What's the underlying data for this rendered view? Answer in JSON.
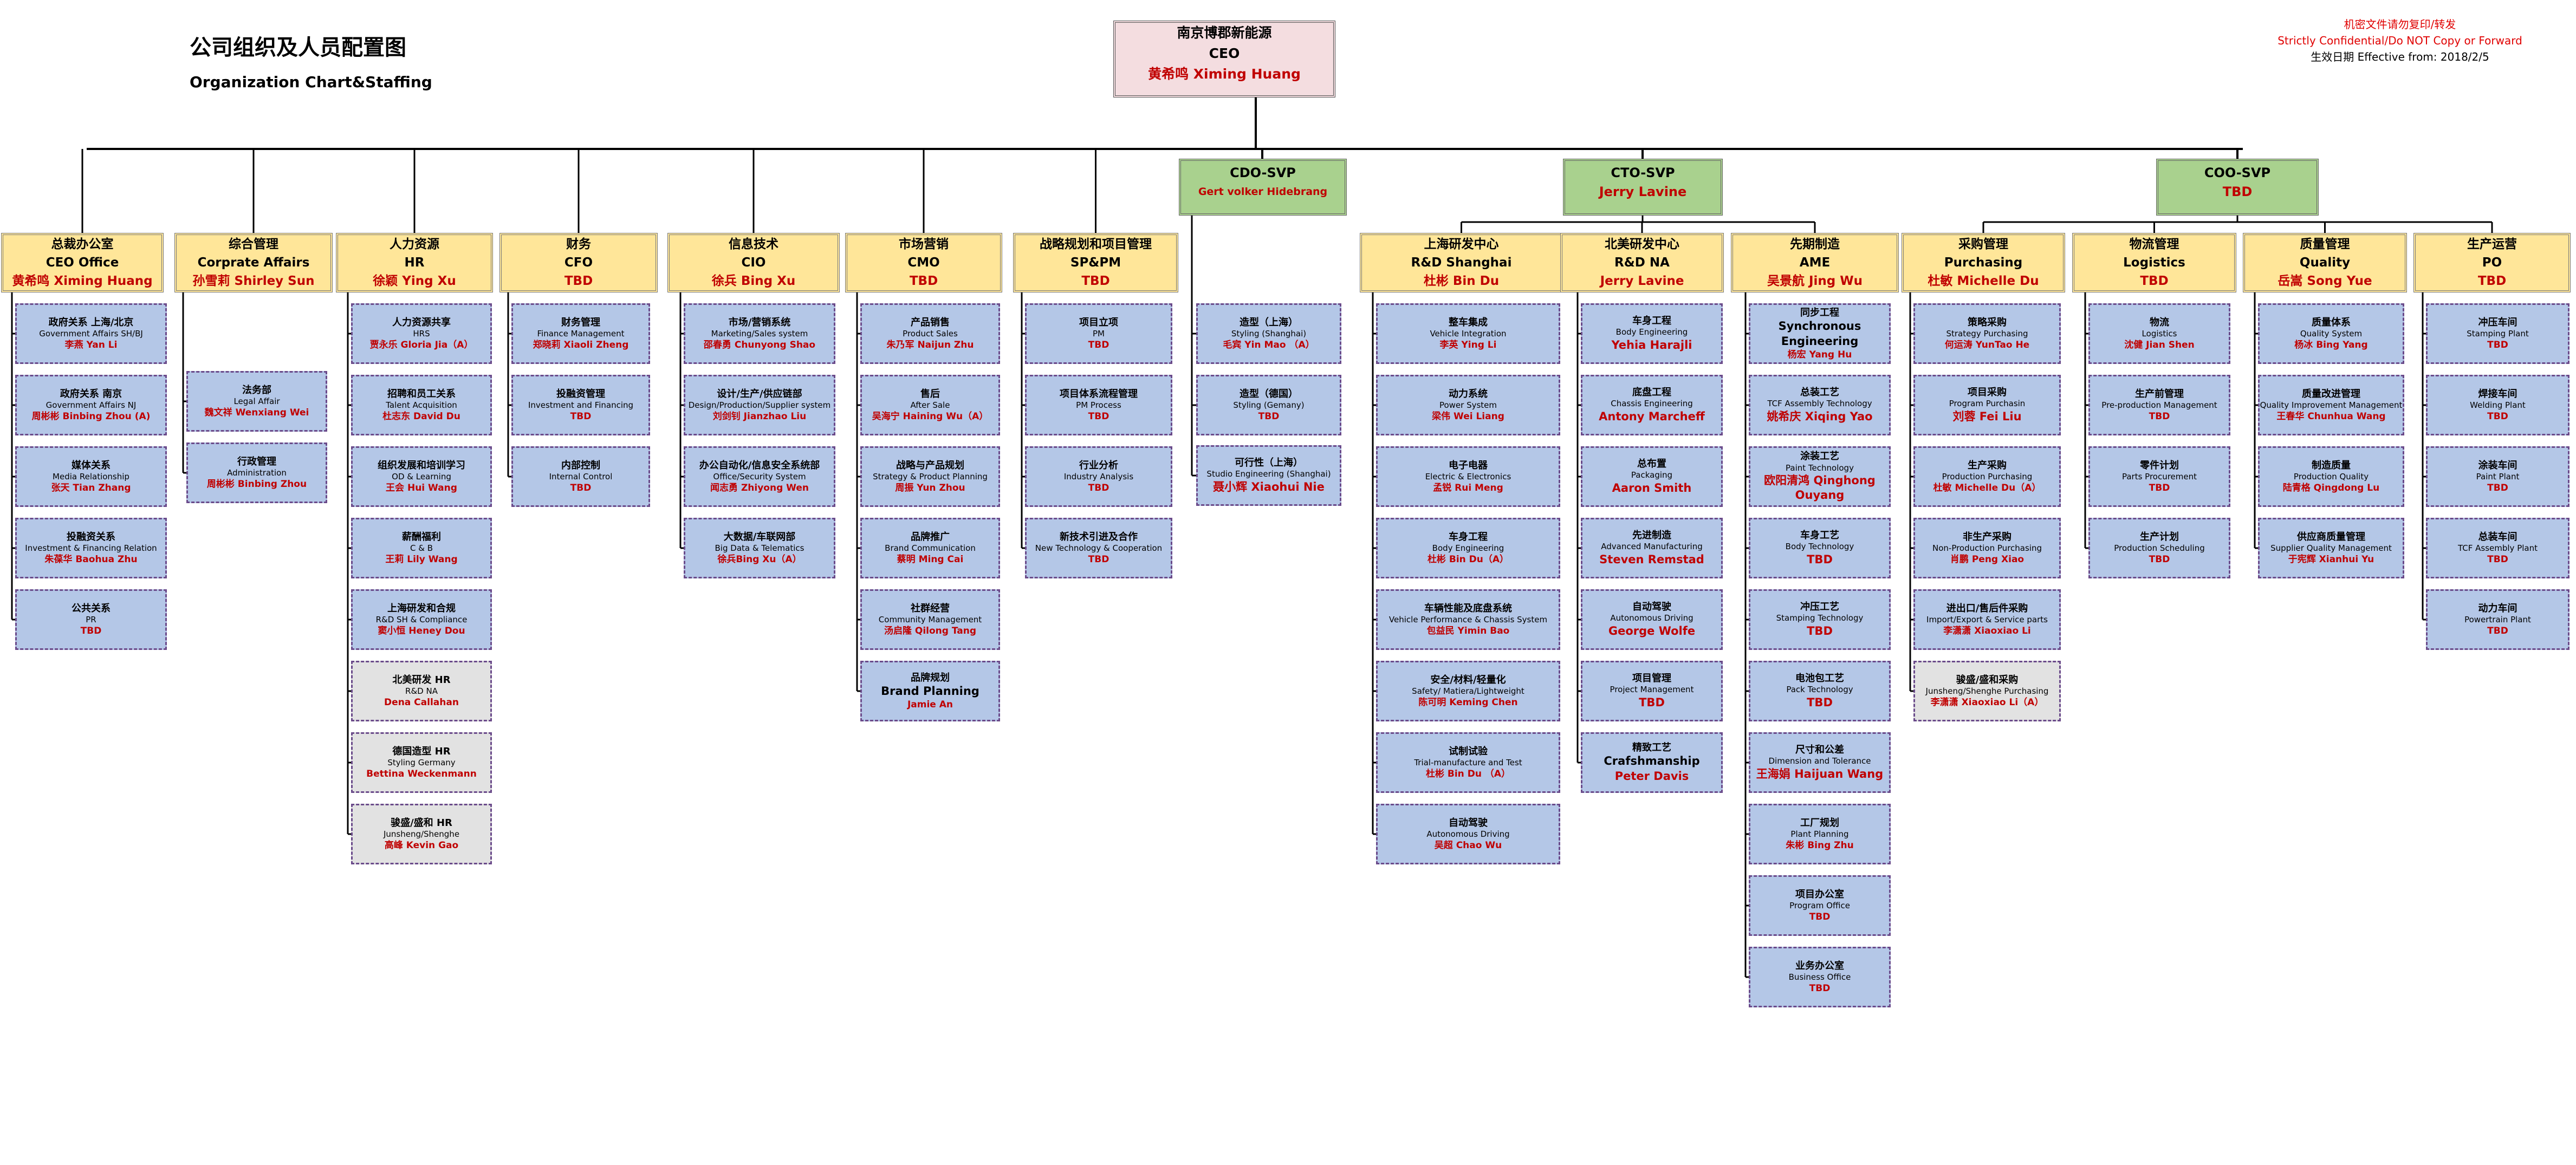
{
  "title": {
    "cn": "公司组织及人员配置图",
    "en": "Organization Chart&Staffing"
  },
  "confidential": {
    "line1": "机密文件请勿复印/转发",
    "line2": "Strictly Confidential/Do NOT Copy or Forward",
    "line3": "生效日期 Effective from: 2018/2/5"
  },
  "ceo": {
    "company": "南京博郡新能源",
    "title": "CEO",
    "name": "黄希鸣 Ximing Huang"
  },
  "departments": [
    {
      "cn": "总裁办公室",
      "en": "CEO Office",
      "name": "黄希鸣 Ximing Huang",
      "children": [
        {
          "cn": "政府关系 上海/北京",
          "en": "Government Affairs SH/BJ",
          "name": "李燕 Yan Li"
        },
        {
          "cn": "政府关系 南京",
          "en": "Government Affairs NJ",
          "name": "周彬彬 Binbing Zhou (A)"
        },
        {
          "cn": "媒体关系",
          "en": "Media Relationship",
          "name": "张天 Tian Zhang"
        },
        {
          "cn": "投融资关系",
          "en": "Investment & Financing Relation",
          "name": "朱葆华 Baohua Zhu"
        },
        {
          "cn": "公共关系",
          "en": "PR",
          "name": "TBD"
        }
      ]
    },
    {
      "cn": "综合管理",
      "en": "Corprate Affairs",
      "name": "孙雪莉 Shirley Sun",
      "children": [
        {
          "cn": "法务部",
          "en": "Legal Affair",
          "name": "魏文祥 Wenxiang Wei"
        },
        {
          "cn": "行政管理",
          "en": "Administration",
          "name": "周彬彬 Binbing Zhou"
        }
      ]
    },
    {
      "cn": "人力资源",
      "en": "HR",
      "name": "徐颖 Ying Xu",
      "children": [
        {
          "cn": "人力资源共享",
          "en": "HRS",
          "name": "贾永乐 Gloria Jia（A）"
        },
        {
          "cn": "招聘和员工关系",
          "en": "Talent Acquisition",
          "name": "杜志东 David Du"
        },
        {
          "cn": "组织发展和培训学习",
          "en": "OD & Learning",
          "name": "王会 Hui Wang"
        },
        {
          "cn": "薪酬福利",
          "en": "C & B",
          "name": "王莉 Lily Wang"
        },
        {
          "cn": "上海研发和合规",
          "en": "R&D SH & Compliance",
          "name": "窦小恒 Heney Dou"
        },
        {
          "cn": "北美研发 HR",
          "en": "R&D NA",
          "name": "Dena Callahan",
          "grey": true
        },
        {
          "cn": "德国造型 HR",
          "en": "Styling Germany",
          "name": "Bettina Weckenmann",
          "grey": true
        },
        {
          "cn": "骏盛/盛和 HR",
          "en": "Junsheng/Shenghe",
          "name": "高峰 Kevin Gao",
          "grey": true
        }
      ]
    },
    {
      "cn": "财务",
      "en": "CFO",
      "name": "TBD",
      "children": [
        {
          "cn": "财务管理",
          "en": "Finance Management",
          "name": "郑晓莉 Xiaoli Zheng"
        },
        {
          "cn": "投融资管理",
          "en": "Investment and Financing",
          "name": "TBD"
        },
        {
          "cn": "内部控制",
          "en": "Internal Control",
          "name": "TBD"
        }
      ]
    },
    {
      "cn": "信息技术",
      "en": "CIO",
      "name": "徐兵 Bing Xu",
      "children": [
        {
          "cn": "市场/营销系统",
          "en": "Marketing/Sales system",
          "name": "邵春勇 Chunyong Shao"
        },
        {
          "cn": "设计/生产/供应链部",
          "en": "Design/Production/Supplier system",
          "name": "刘剑钊 Jianzhao Liu"
        },
        {
          "cn": "办公自动化/信息安全系统部",
          "en": "Office/Security System",
          "name": "闻志勇 Zhiyong Wen"
        },
        {
          "cn": "大数据/车联网部",
          "en": "Big Data & Telematics",
          "name": "徐兵Bing Xu（A）"
        }
      ]
    },
    {
      "cn": "市场营销",
      "en": "CMO",
      "name": "TBD",
      "children": [
        {
          "cn": "产品销售",
          "en": "Product Sales",
          "name": "朱乃军 Naijun Zhu"
        },
        {
          "cn": "售后",
          "en": "After Sale",
          "name": "吴海宁 Haining Wu（A）"
        },
        {
          "cn": "战略与产品规划",
          "en": "Strategy & Product Planning",
          "name": "周振 Yun Zhou"
        },
        {
          "cn": "品牌推广",
          "en": "Brand Communication",
          "name": "蔡明 Ming Cai"
        },
        {
          "cn": "社群经营",
          "en": "Community Management",
          "name": "汤启隆 Qilong Tang"
        },
        {
          "cn": "品牌规划",
          "en": "Brand Planning",
          "name": "Jamie An",
          "big": true
        }
      ]
    },
    {
      "cn": "战略规划和项目管理",
      "en": "SP&PM",
      "name": "TBD",
      "children": [
        {
          "cn": "项目立项",
          "en": "PM",
          "name": "TBD"
        },
        {
          "cn": "项目体系流程管理",
          "en": "PM Process",
          "name": "TBD"
        },
        {
          "cn": "行业分析",
          "en": "Industry Analysis",
          "name": "TBD"
        },
        {
          "cn": "新技术引进及合作",
          "en": "New Technology & Cooperation",
          "name": "TBD"
        }
      ]
    },
    {
      "cn": "上海研发中心",
      "en": "R&D Shanghai",
      "name": "杜彬 Bin Du",
      "children": [
        {
          "cn": "整车集成",
          "en": "Vehicle Integration",
          "name": "李英 Ying Li"
        },
        {
          "cn": "动力系统",
          "en": "Power System",
          "name": "梁伟 Wei Liang"
        },
        {
          "cn": "电子电器",
          "en": "Electric & Electronics",
          "name": "孟锐 Rui Meng"
        },
        {
          "cn": "车身工程",
          "en": "Body Engineering",
          "name": "杜彬 Bin Du（A）"
        },
        {
          "cn": "车辆性能及底盘系统",
          "en": "Vehicle Performance & Chassis System",
          "name": "包益民 Yimin Bao"
        },
        {
          "cn": "安全/材料/轻量化",
          "en": "Safety/ Matiera/Lightweight",
          "name": "陈可明 Keming Chen"
        },
        {
          "cn": "试制试验",
          "en": "Trial-manufacture and Test",
          "name": "杜彬 Bin Du （A）"
        },
        {
          "cn": "自动驾驶",
          "en": "Autonomous Driving",
          "name": "吴超 Chao Wu"
        }
      ]
    },
    {
      "cn": "北美研发中心",
      "en": "R&D NA",
      "name": "Jerry Lavine",
      "children": [
        {
          "cn": "车身工程",
          "en": "Body Engineering",
          "name": "Yehia Harajli",
          "bigname": true
        },
        {
          "cn": "底盘工程",
          "en": "Chassis Engineering",
          "name": "Antony Marcheff",
          "bigname": true
        },
        {
          "cn": "总布置",
          "en": "Packaging",
          "name": "Aaron Smith",
          "bigname": true
        },
        {
          "cn": "先进制造",
          "en": "Advanced Manufacturing",
          "name": "Steven Remstad",
          "bigname": true
        },
        {
          "cn": "自动驾驶",
          "en": "Autonomous Driving",
          "name": "George Wolfe",
          "bigname": true
        },
        {
          "cn": "项目管理",
          "en": "Project Management",
          "name": "TBD",
          "bigname": true
        },
        {
          "cn": "精致工艺",
          "en": "Crafshmanship",
          "name": "Peter Davis",
          "bigname": true,
          "big": true
        }
      ]
    },
    {
      "cn": "先期制造",
      "en": "AME",
      "name": "吴景航 Jing Wu",
      "children": [
        {
          "cn": "同步工程",
          "en": "Synchronous Engineering",
          "name": "杨宏 Yang Hu",
          "big": true
        },
        {
          "cn": "总装工艺",
          "en": "TCF Assembly Technology",
          "name": "姚希庆 Xiqing Yao",
          "bigname": true
        },
        {
          "cn": "涂装工艺",
          "en": "Paint Technology",
          "name": "欧阳清鸿 Qinghong Ouyang",
          "bigname": true
        },
        {
          "cn": "车身工艺",
          "en": "Body Technology",
          "name": "TBD",
          "bigname": true
        },
        {
          "cn": "冲压工艺",
          "en": "Stamping Technology",
          "name": "TBD",
          "bigname": true
        },
        {
          "cn": "电池包工艺",
          "en": "Pack Technology",
          "name": "TBD",
          "bigname": true
        },
        {
          "cn": "尺寸和公差",
          "en": "Dimension and Tolerance",
          "name": "王海娟 Haijuan Wang",
          "bigname": true
        },
        {
          "cn": "工厂规划",
          "en": "Plant Planning",
          "name": "朱彬 Bing Zhu"
        },
        {
          "cn": "项目办公室",
          "en": "Program Office",
          "name": "TBD"
        },
        {
          "cn": "业务办公室",
          "en": "Business Office",
          "name": "TBD"
        }
      ]
    },
    {
      "cn": "采购管理",
      "en": "Purchasing",
      "name": "杜敏 Michelle Du",
      "children": [
        {
          "cn": "策略采购",
          "en": "Strategy Purchasing",
          "name": "何运涛 YunTao He"
        },
        {
          "cn": "项目采购",
          "en": "Program Purchasin",
          "name": "刘蓉 Fei Liu",
          "bigname": true
        },
        {
          "cn": "生产采购",
          "en": "Production Purchasing",
          "name": "杜敏 Michelle Du（A）"
        },
        {
          "cn": "非生产采购",
          "en": "Non-Production Purchasing",
          "name": "肖鹏 Peng Xiao"
        },
        {
          "cn": "进出口/售后件采购",
          "en": "Import/Export & Service parts",
          "name": "李潇潇 Xiaoxiao Li"
        },
        {
          "cn": "骏盛/盛和采购",
          "en": "Junsheng/Shenghe Purchasing",
          "name": "李潇潇 Xiaoxiao Li（A）",
          "grey": true
        }
      ]
    },
    {
      "cn": "物流管理",
      "en": "Logistics",
      "name": "TBD",
      "children": [
        {
          "cn": "物流",
          "en": "Logistics",
          "name": "沈健 Jian Shen"
        },
        {
          "cn": "生产前管理",
          "en": "Pre-production Management",
          "name": "TBD"
        },
        {
          "cn": "零件计划",
          "en": "Parts Procurement",
          "name": "TBD"
        },
        {
          "cn": "生产计划",
          "en": "Production Scheduling",
          "name": "TBD"
        }
      ]
    },
    {
      "cn": "质量管理",
      "en": "Quality",
      "name": "岳嵩 Song Yue",
      "children": [
        {
          "cn": "质量体系",
          "en": "Quality System",
          "name": "杨冰 Bing Yang"
        },
        {
          "cn": "质量改进管理",
          "en": "Quality Improvement Management",
          "name": "王春华 Chunhua Wang"
        },
        {
          "cn": "制造质量",
          "en": "Production Quality",
          "name": "陆青格 Qingdong Lu"
        },
        {
          "cn": "供应商质量管理",
          "en": "Supplier Quality Management",
          "name": "于宪辉 Xianhui Yu"
        }
      ]
    },
    {
      "cn": "生产运营",
      "en": "PO",
      "name": "TBD",
      "children": [
        {
          "cn": "冲压车间",
          "en": "Stamping Plant",
          "name": "TBD"
        },
        {
          "cn": "焊接车间",
          "en": "Welding Plant",
          "name": "TBD"
        },
        {
          "cn": "涂装车间",
          "en": "Paint Plant",
          "name": "TBD"
        },
        {
          "cn": "总装车间",
          "en": "TCF Assembly Plant",
          "name": "TBD"
        },
        {
          "cn": "动力车间",
          "en": "Powertrain Plant",
          "name": "TBD"
        }
      ]
    }
  ],
  "cdo": {
    "title": "CDO-SVP",
    "name": "Gert volker Hidebrang",
    "children": [
      {
        "cn": "造型（上海）",
        "en": "Styling (Shanghai)",
        "name": "毛宾 Yin Mao （A）"
      },
      {
        "cn": "造型（德国）",
        "en": "Styling (Gemany)",
        "name": "TBD"
      },
      {
        "cn": "可行性（上海）",
        "en": "Studio Engineering (Shanghai)",
        "name": "聂小辉 Xiaohui Nie",
        "bigname": true
      }
    ]
  },
  "cto": {
    "title": "CTO-SVP",
    "name": "Jerry Lavine"
  },
  "coo": {
    "title": "COO-SVP",
    "name": "TBD"
  },
  "colors": {
    "header": "#ffe699",
    "svp": "#a9d18e",
    "child": "#b4c7e7",
    "ceo": "#f4dde0",
    "name": "#c00000"
  }
}
